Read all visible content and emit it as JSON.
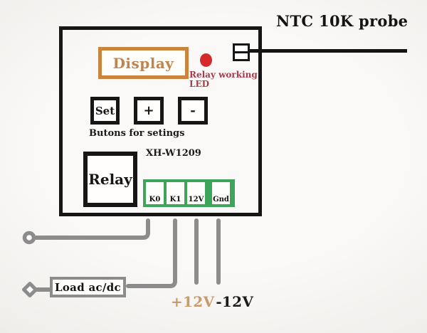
{
  "board": {
    "model": "XH-W1209",
    "display": {
      "label": "Display"
    },
    "led": {
      "line1": "Relay working",
      "line2": "LED"
    },
    "buttons": {
      "set": "Set",
      "plus": "+",
      "minus": "-",
      "caption": "Butons for setings"
    },
    "relay": {
      "label": "Relay"
    },
    "terminals": [
      {
        "label": "K0"
      },
      {
        "label": "K1"
      },
      {
        "label": "12V"
      },
      {
        "label": "Gnd"
      }
    ]
  },
  "probe": {
    "label": "NTC 10K probe"
  },
  "load": {
    "label": "Load ac/dc"
  },
  "power": {
    "positive": "+12V",
    "negative": "-12V"
  },
  "colors": {
    "board_outline": "#161616",
    "display_accent": "#c9853e",
    "led_red": "#d62a2a",
    "led_text": "#a93a4a",
    "terminal_green": "#3da45c",
    "wire_gray": "#8c8c8c",
    "power_positive": "#c99b6b"
  }
}
